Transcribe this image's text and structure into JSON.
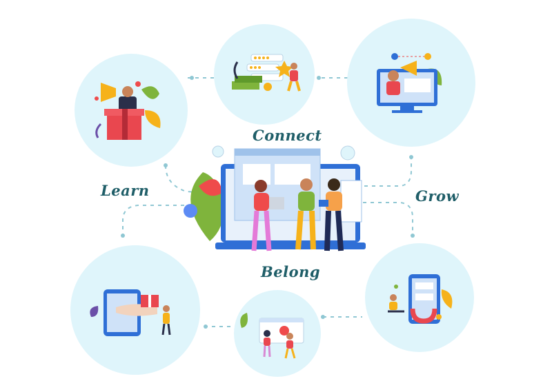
{
  "labels": {
    "connect": "Connect",
    "learn": "Learn",
    "grow": "Grow",
    "belong": "Belong"
  },
  "colors": {
    "circle_fill": "#dff5fb",
    "connector": "#8fc7d3",
    "label_text": "#1f5e68",
    "screen_blue": "#2f6fd6",
    "screen_light": "#cfe2f8",
    "leaf_green": "#7fb43c",
    "flower_red": "#ef4b4b",
    "megaphone_yellow": "#f6b21a",
    "gift_red": "#e9474f"
  },
  "icons": [
    "gift-megaphone-icon",
    "rating-stars-money-icon",
    "monitor-megaphone-icon",
    "team-laptop-hub-icon",
    "tablet-gift-hand-icon",
    "couple-like-browser-icon",
    "phone-magnet-icon"
  ]
}
